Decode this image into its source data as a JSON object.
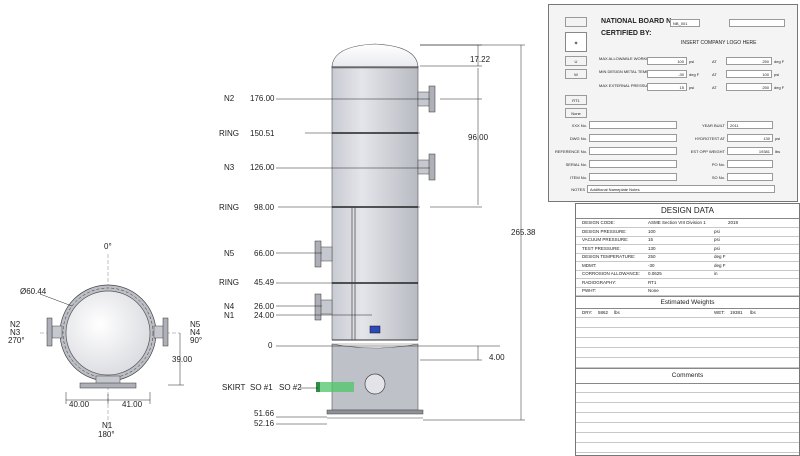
{
  "drawing": {
    "nozzles": {
      "n2": "N2",
      "n3": "N3",
      "n5": "N5",
      "n4": "N4",
      "n1": "N1",
      "ring": "RING",
      "skirt": "SKIRT",
      "so1": "SO #1",
      "so2": "SO #2"
    },
    "elevations": {
      "n2": "176.00",
      "ring1": "150.51",
      "n3": "126.00",
      "ring2": "98.00",
      "n5": "66.00",
      "ring3": "45.49",
      "n4": "26.00",
      "n1": "24.00",
      "zero": "0",
      "skirt1": "51.66",
      "skirt2": "52.16"
    },
    "dims": {
      "top": "17.22",
      "mid": "96.00",
      "overall": "265.38",
      "skirt": "4.00"
    },
    "plan": {
      "angle_top": "0°",
      "diameter": "Ø60.44",
      "left_n2": "N2",
      "left_n3": "N3",
      "left_angle": "270°",
      "right_n5": "N5",
      "right_n4": "N4",
      "right_angle": "90°",
      "bottom_n1": "N1",
      "bottom_angle": "180°",
      "dim_left": "40.00",
      "dim_right": "41.00",
      "dim_height": "39.00"
    }
  },
  "certificate": {
    "national_board_label": "NATIONAL BOARD No:",
    "national_board_value": "NB_001",
    "certified_by": "CERTIFIED BY:",
    "logo_text": "INSERT COMPANY LOGO HERE",
    "stamp_letters": [
      "U",
      "W",
      "RT1",
      "None"
    ],
    "mawp_label": "MAX ALLOWABLE WORKING PRESSURE",
    "mawp_value": "100",
    "mawp_unit": "psi",
    "mawp_at": "AT",
    "mawp_temp": "250",
    "mawp_temp_unit": "deg F",
    "mdmt_label": "MIN DESIGN METAL TEMPERATURE",
    "mdmt_value": "-30",
    "mdmt_unit": "deg F",
    "mdmt_at": "AT",
    "mdmt_press": "100",
    "mdmt_press_unit": "psi",
    "ext_label": "MAX EXTERNAL PRESSURE",
    "ext_value": "15",
    "ext_unit": "psi",
    "ext_at": "AT",
    "ext_temp": "250",
    "ext_temp_unit": "deg F",
    "xxx_no": "XXX No.",
    "year_built_label": "YEAR BUILT",
    "year_built_value": "2011",
    "dwg_no": "DWG No.",
    "hydrotest_label": "HYDROTEST AT",
    "hydrotest_value": "130",
    "hydrotest_unit": "psi",
    "reference_no": "REFERENCE No.",
    "est_weight_label": "EST OPP WEIGHT",
    "est_weight_value": "19381",
    "est_weight_unit": "lbs",
    "serial_no": "SERIAL No.",
    "po_no": "PO No.",
    "item_no": "ITEM No.",
    "so_no": "SO No.",
    "notes_label": "NOTES",
    "notes_value": "Additional Nameplate Notes"
  },
  "design": {
    "title": "DESIGN DATA",
    "rows": [
      {
        "label": "DESIGN CODE:",
        "value": "ASME Section VIII Division 1",
        "unit": "2019"
      },
      {
        "label": "DESIGN PRESSURE:",
        "value": "100",
        "unit": "psi"
      },
      {
        "label": "VACUUM PRESSURE:",
        "value": "15",
        "unit": "psi"
      },
      {
        "label": "TEST PRESSURE:",
        "value": "130",
        "unit": "psi"
      },
      {
        "label": "DESIGN TEMPERATURE:",
        "value": "250",
        "unit": "deg F"
      },
      {
        "label": "MDMT:",
        "value": "-30",
        "unit": "deg F"
      },
      {
        "label": "CORROSION ALLOWANCE:",
        "value": "0.0625",
        "unit": "in"
      },
      {
        "label": "RADIOGRAPHY:",
        "value": "RT1",
        "unit": ""
      },
      {
        "label": "PWHT:",
        "value": "None",
        "unit": ""
      }
    ],
    "weights_title": "Estimated Weights",
    "dry_label": "DRY:",
    "dry_value": "5862",
    "dry_unit": "lbs",
    "wet_label": "WET:",
    "wet_value": "19381",
    "wet_unit": "lbs",
    "comments_title": "Comments"
  }
}
